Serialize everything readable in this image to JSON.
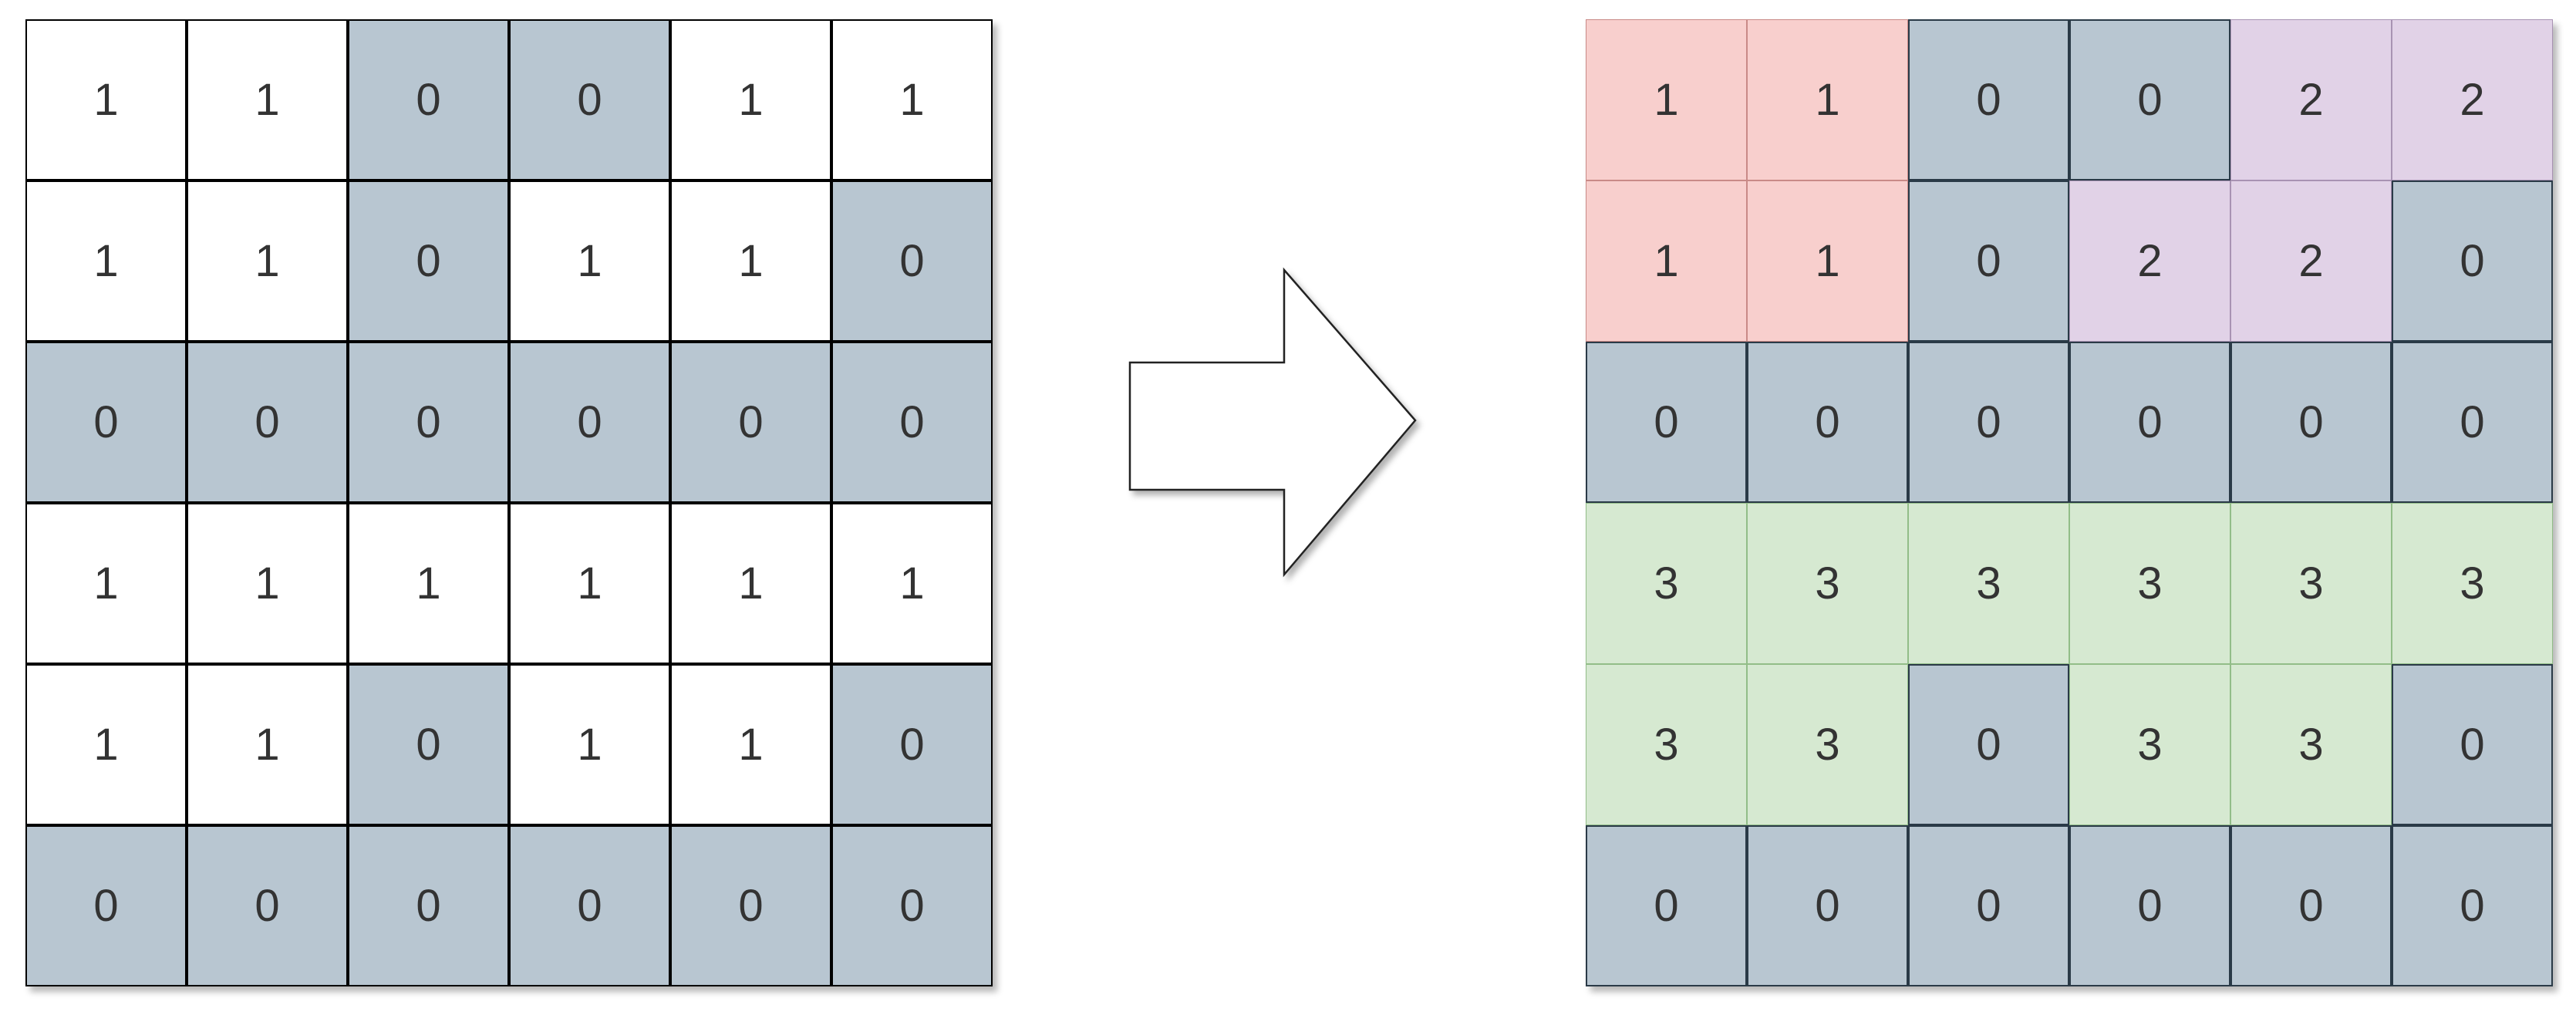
{
  "colors": {
    "white_cell": "#ffffff",
    "zero_cell": "#b8c6d1",
    "island_1": "#f8cfcd",
    "island_1_border": "#c98a87",
    "island_2": "#e1d2e7",
    "island_2_border": "#a893b3",
    "island_3": "#d6e9d1",
    "island_3_border": "#92bd88"
  },
  "grids": {
    "before": [
      [
        "1",
        "1",
        "0",
        "0",
        "1",
        "1"
      ],
      [
        "1",
        "1",
        "0",
        "1",
        "1",
        "0"
      ],
      [
        "0",
        "0",
        "0",
        "0",
        "0",
        "0"
      ],
      [
        "1",
        "1",
        "1",
        "1",
        "1",
        "1"
      ],
      [
        "1",
        "1",
        "0",
        "1",
        "1",
        "0"
      ],
      [
        "0",
        "0",
        "0",
        "0",
        "0",
        "0"
      ]
    ],
    "after": [
      [
        "1",
        "1",
        "0",
        "0",
        "2",
        "2"
      ],
      [
        "1",
        "1",
        "0",
        "2",
        "2",
        "0"
      ],
      [
        "0",
        "0",
        "0",
        "0",
        "0",
        "0"
      ],
      [
        "3",
        "3",
        "3",
        "3",
        "3",
        "3"
      ],
      [
        "3",
        "3",
        "0",
        "3",
        "3",
        "0"
      ],
      [
        "0",
        "0",
        "0",
        "0",
        "0",
        "0"
      ]
    ]
  },
  "arrow": {
    "icon": "right-arrow-icon"
  }
}
